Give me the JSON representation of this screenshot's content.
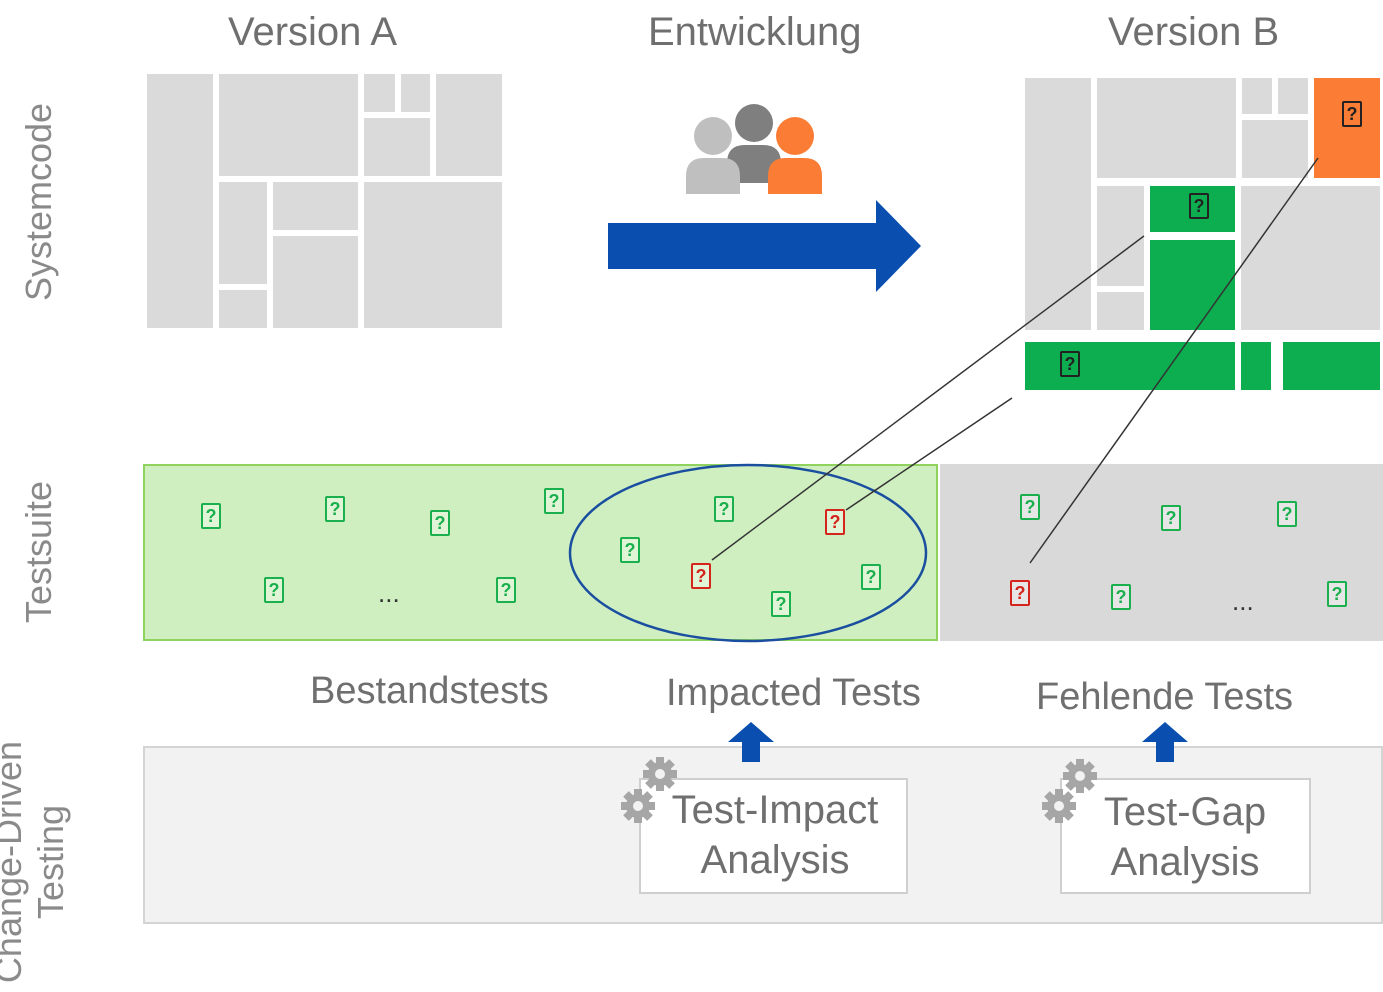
{
  "headers": {
    "version_a": "Version A",
    "development": "Entwicklung",
    "version_b": "Version B"
  },
  "rows": {
    "systemcode": "Systemcode",
    "testsuite": "Testsuite",
    "change_driven_line1": "Change-Driven",
    "change_driven_line2": "Testing"
  },
  "test_marker": "?",
  "ellipsis": "...",
  "categories": {
    "existing": "Bestandstests",
    "impacted": "Impacted Tests",
    "missing": "Fehlende Tests"
  },
  "tools": {
    "tia_line1": "Test-Impact",
    "tia_line2": "Analysis",
    "tga_line1": "Test-Gap",
    "tga_line2": "Analysis"
  },
  "colors": {
    "unchanged_code": "#dadada",
    "changed_code": "#0cae4f",
    "new_code": "#fb7c35",
    "arrow": "#0a4faf",
    "testsuite_existing_bg": "#d0efc0",
    "testsuite_missing_bg": "#d9d9d9",
    "passing_test": "#1bb04e",
    "failing_test": "#d4241c",
    "person_light": "#bfbfbf",
    "person_dark": "#7f7f7f",
    "person_orange": "#fb7c35"
  },
  "icons": [
    "people-icon",
    "arrow-right-icon",
    "gear-icon",
    "arrow-up-icon"
  ]
}
